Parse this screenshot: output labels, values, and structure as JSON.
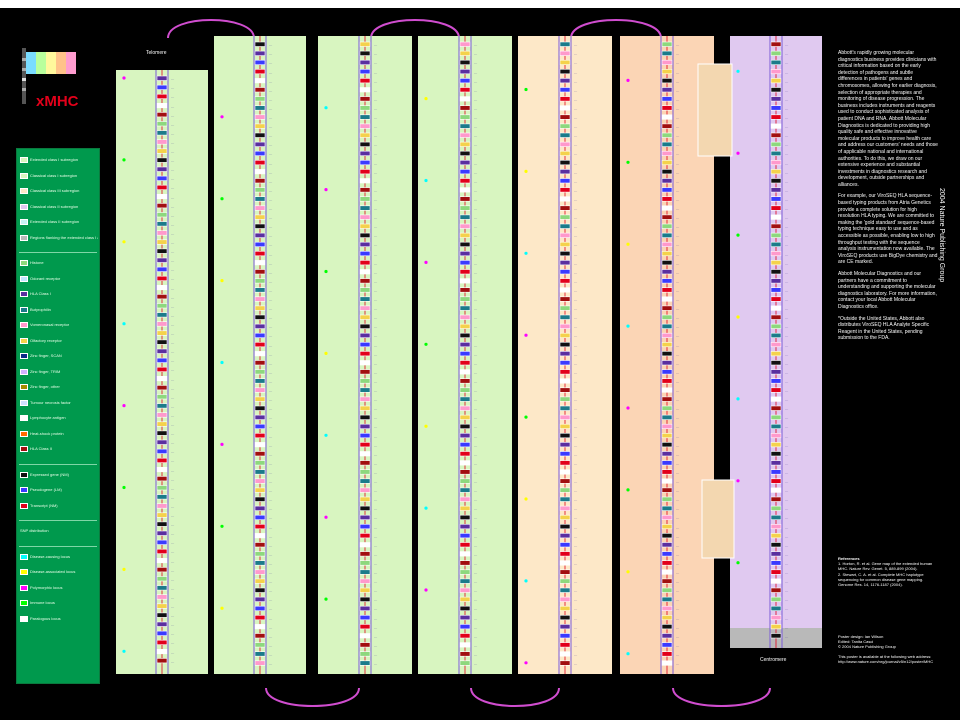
{
  "poster": {
    "logo_text": "xMHC",
    "telomere_label": "Telomere",
    "centromere_label": "Centromere",
    "copyright": "2004 Nature Publishing Group"
  },
  "legend": {
    "regions": [
      {
        "label": "Extended class I subregion",
        "color": "#d8f5c0"
      },
      {
        "label": "Classical class I subregion",
        "color": "#d8f5c0"
      },
      {
        "label": "Classical class III subregion",
        "color": "#fde8c8"
      },
      {
        "label": "Classical class II subregion",
        "color": "#e0c9f0"
      },
      {
        "label": "Extended class II subregion",
        "color": "#c8f3f5"
      },
      {
        "label": "Regions flanking the extended class I and II subregions",
        "color": "#b9b9b9"
      }
    ],
    "functions": [
      {
        "label": "Histone",
        "color": "#8dd87d"
      },
      {
        "label": "Odorant receptor",
        "color": "#c2e6ff"
      },
      {
        "label": "HLA Class I",
        "color": "#5a2fa0"
      },
      {
        "label": "Butyrophilin",
        "color": "#1b7b8a"
      },
      {
        "label": "Vomeronasal receptor",
        "color": "#ff99cc"
      },
      {
        "label": "Olfactory receptor",
        "color": "#f4d24b"
      },
      {
        "label": "Zinc finger, SCAN",
        "color": "#0c2a86"
      },
      {
        "label": "Zinc finger, TRIM",
        "color": "#d1b3ff"
      },
      {
        "label": "Zinc finger, other",
        "color": "#a38b00"
      },
      {
        "label": "Tumour necrosis factor",
        "color": "#cfe0ff"
      },
      {
        "label": "Lymphocyte antigen",
        "color": "#ffffff"
      },
      {
        "label": "Heat-shock protein",
        "color": "#ff6a00"
      },
      {
        "label": "HLA Class II",
        "color": "#a10f0f"
      }
    ],
    "gene_types": [
      {
        "label": "Expressed gene (NM)",
        "color": "#111111"
      },
      {
        "label": "Pseudogene (LM)",
        "color": "#3a3aff"
      },
      {
        "label": "Transcript (NM)",
        "color": "#e2001a"
      }
    ],
    "snp_label": "SNP distribution",
    "markers": [
      {
        "label": "Disease-causing locus",
        "color": "#00ffff"
      },
      {
        "label": "Disease-associated locus",
        "color": "#ffff00"
      },
      {
        "label": "Polymorphic locus",
        "color": "#ff00ff"
      },
      {
        "label": "Immune locus",
        "color": "#00ff00"
      },
      {
        "label": "Paralogous locus",
        "color": "#ffffff"
      }
    ]
  },
  "columns": [
    {
      "id": "col-1",
      "region": "extended-class-I"
    },
    {
      "id": "col-2",
      "region": "extended-class-I"
    },
    {
      "id": "col-3",
      "region": "classical-class-I"
    },
    {
      "id": "col-4",
      "region": "classical-class-I"
    },
    {
      "id": "col-5",
      "region": "classical-class-III"
    },
    {
      "id": "col-6",
      "region": "classical-class-III"
    },
    {
      "id": "col-7",
      "region": "classical-class-II"
    }
  ],
  "gene_labels_unreadable": "…",
  "description": {
    "p1": "Abbott's rapidly growing molecular diagnostics business provides clinicians with critical information based on the early detection of pathogens and subtle differences in patients' genes and chromosomes, allowing for earlier diagnosis, selection of appropriate therapies and monitoring of disease progression. The business includes instruments and reagents used to conduct sophisticated analysis of patient DNA and RNA. Abbott Molecular Diagnostics is dedicated to providing high quality safe and effective innovative molecular products to improve health care and address our customers' needs and those of applicable national and international authorities. To do this, we draw on our extensive experience and substantial investments in diagnostics research and development, outside partnerships and alliances.",
    "p2": "For example, our ViroSEQ HLA sequence-based typing products from Atria Genetics provide a complete solution for high resolution HLA typing. We are committed to making the 'gold standard' sequence-based typing technique easy to use and as accessible as possible, enabling low to high throughput testing with the sequence analysis instrumentation now available. The ViroSEQ products use BigDye chemistry and are CE marked.",
    "p3": "Abbott Molecular Diagnostics and our partners have a commitment to understanding and supporting the molecular diagnostics laboratory. For more information, contact your local Abbott Molecular Diagnostics office.",
    "p4": "*Outside the United States, Abbott also distributes ViroSEQ HLA Analyte Specific Reagent in the United States, pending submission to the FDA."
  },
  "references": {
    "heading": "References",
    "r1": "1. Horton, R. et al. Gene map of the extended human MHC. Nature Rev. Genet. 5, 889-899 (2004).",
    "r2": "2. Stewart, C. A. et al. Complete MHC haplotype sequencing for common disease gene mapping. Genome Res. 14, 1176-1187 (2004)."
  },
  "credits": {
    "design": "Poster design: Ian Wilson",
    "editor": "Edited: Tanita Casci",
    "copyright": "© 2004 Nature Publishing Group",
    "note": "This poster is available at the following web address:",
    "url": "http://www.nature.com/nrg/journal/v5/n12/poster/MHC"
  }
}
